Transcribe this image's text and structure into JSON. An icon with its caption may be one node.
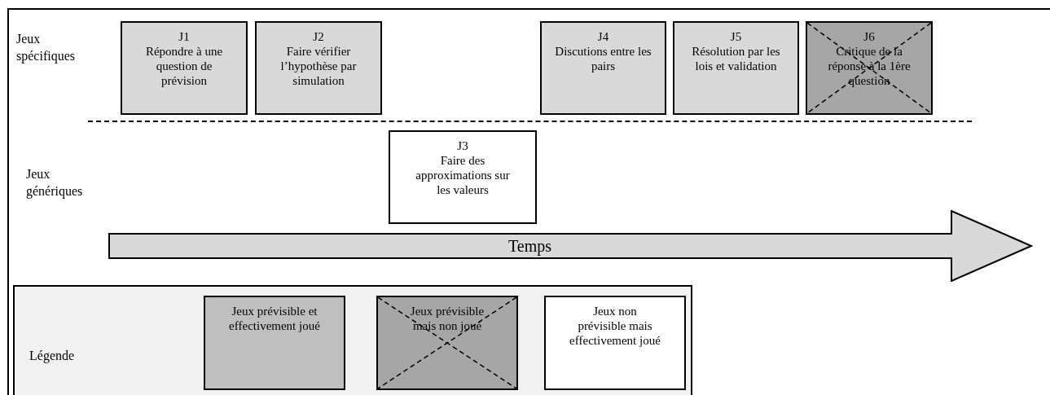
{
  "diagram": {
    "nodes": [
      {
        "text": [
          "J1",
          "Répondre à une question de prévision"
        ]
      },
      {
        "text": [
          "J2",
          "Faire vérifier l’hypothèse par simulation"
        ]
      },
      {
        "text": [
          "J3",
          "Faire des approximations sur les valeurs"
        ]
      },
      {
        "text": [
          "J4",
          "Discutions entre les pairs"
        ]
      },
      {
        "text": [
          "J5",
          "Résolution par les lois et validation"
        ]
      },
      {
        "text": [
          "J6",
          "Critique de la réponse à la 1ère question"
        ]
      },
      {
        "text": [
          "Temps"
        ]
      }
    ],
    "labels": [
      "Jeux spécifiques",
      "Jeux génériques",
      "Légende"
    ],
    "legend": [
      {
        "text": "Jeux prévisible et effectivement joué",
        "color": "#bfbfbf"
      },
      {
        "text": "Jeux prévisible mais non joué",
        "color": "#a6a6a6"
      },
      {
        "text": "Jeux non prévisible mais effectivement joué",
        "color": "#ffffff"
      }
    ]
  }
}
